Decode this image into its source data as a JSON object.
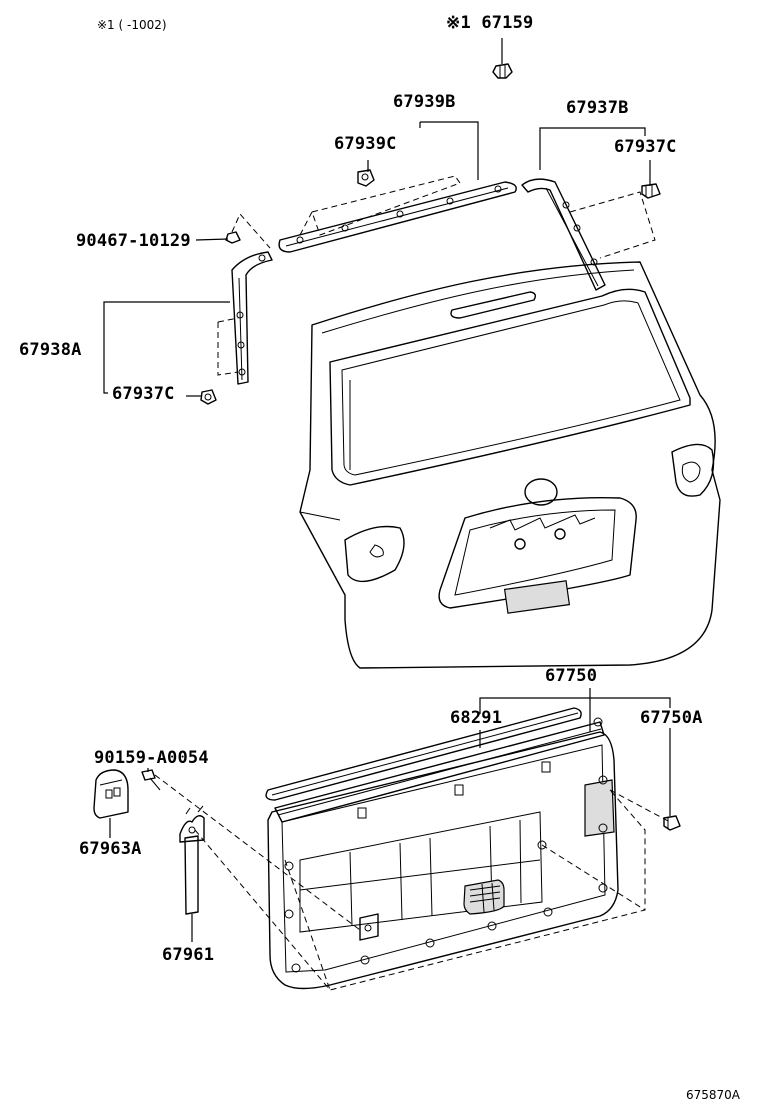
{
  "note_top": "※1 (      -1002)",
  "illustration_code": "675870A",
  "callouts": {
    "c67159": "※1 67159",
    "c67939B": "67939B",
    "c67939C": "67939C",
    "c67937B": "67937B",
    "c67937C_right": "67937C",
    "c90467": "90467-10129",
    "c67938A": "67938A",
    "c67937C_left": "67937C",
    "c67750": "67750",
    "c68291": "68291",
    "c67750A": "67750A",
    "c90159": "90159-A0054",
    "c67963A": "67963A",
    "c67961": "67961"
  }
}
